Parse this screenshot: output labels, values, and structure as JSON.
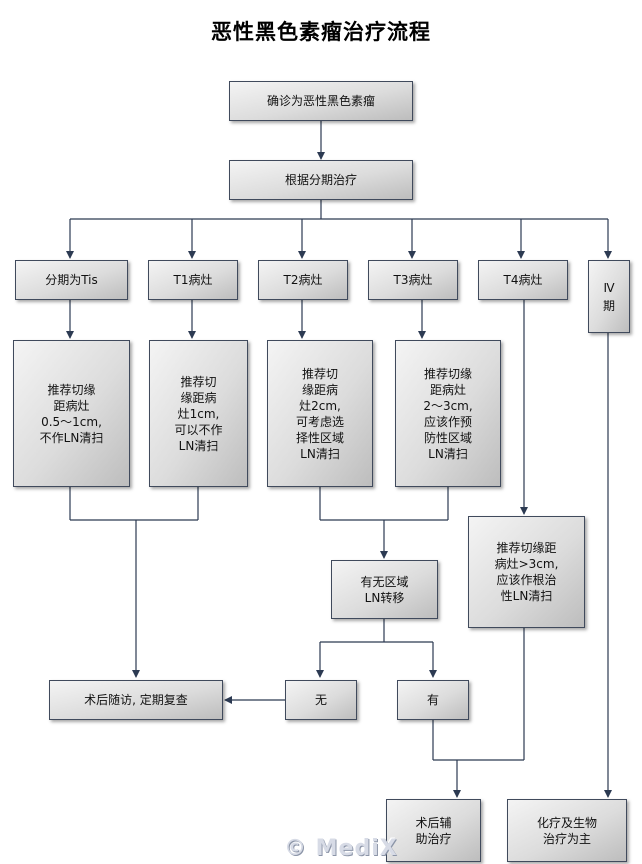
{
  "title": "恶性黑色素瘤治疗流程",
  "nodes": {
    "confirm": "确诊为恶性黑色素瘤",
    "staging": "根据分期治疗",
    "tis": "分期为Tis",
    "t1": "T1病灶",
    "t2": "T2病灶",
    "t3": "T3病灶",
    "t4": "T4病灶",
    "iv": "Ⅳ\n期",
    "tis_rec": "推荐切缘\n距病灶\n0.5～1cm,\n不作LN清扫",
    "t1_rec": "推荐切\n缘距病\n灶1cm,\n可以不作\nLN清扫",
    "t2_rec": "推荐切\n缘距病\n灶2cm,\n可考虑选\n择性区域\nLN清扫",
    "t3_rec": "推荐切缘\n距病灶\n2～3cm,\n应该作预\n防性区域\nLN清扫",
    "t4_rec": "推荐切缘距\n病灶>3cm,\n应该作根治\n性LN清扫",
    "ln_question": "有无区域\nLN转移",
    "followup": "术后随访, 定期复查",
    "no": "无",
    "yes": "有",
    "adjuvant": "术后辅\n助治疗",
    "chemo": "化疗及生物\n治疗为主"
  },
  "watermark": "© MediX"
}
